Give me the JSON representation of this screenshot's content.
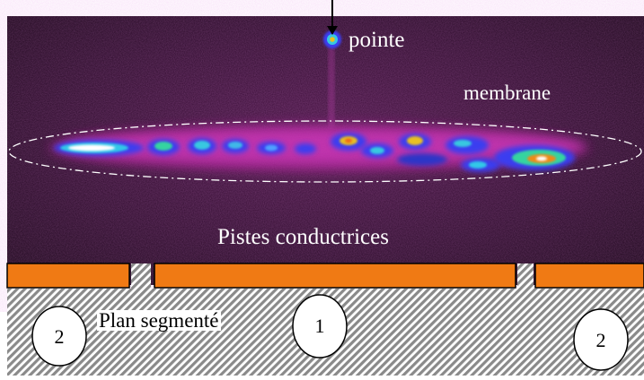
{
  "labels": {
    "tip": "pointe",
    "membrane": "membrane",
    "tracks": "Pistes conductrices",
    "plane": "Plan segmenté"
  },
  "zones": {
    "left": "2",
    "center": "1",
    "right": "2"
  },
  "colors": {
    "background": "#2a0a24",
    "electrode": "#f07a14",
    "plane_hatch": "#8a8a8a",
    "text_on_dark": "#ffffff",
    "text_on_light": "#000000"
  }
}
